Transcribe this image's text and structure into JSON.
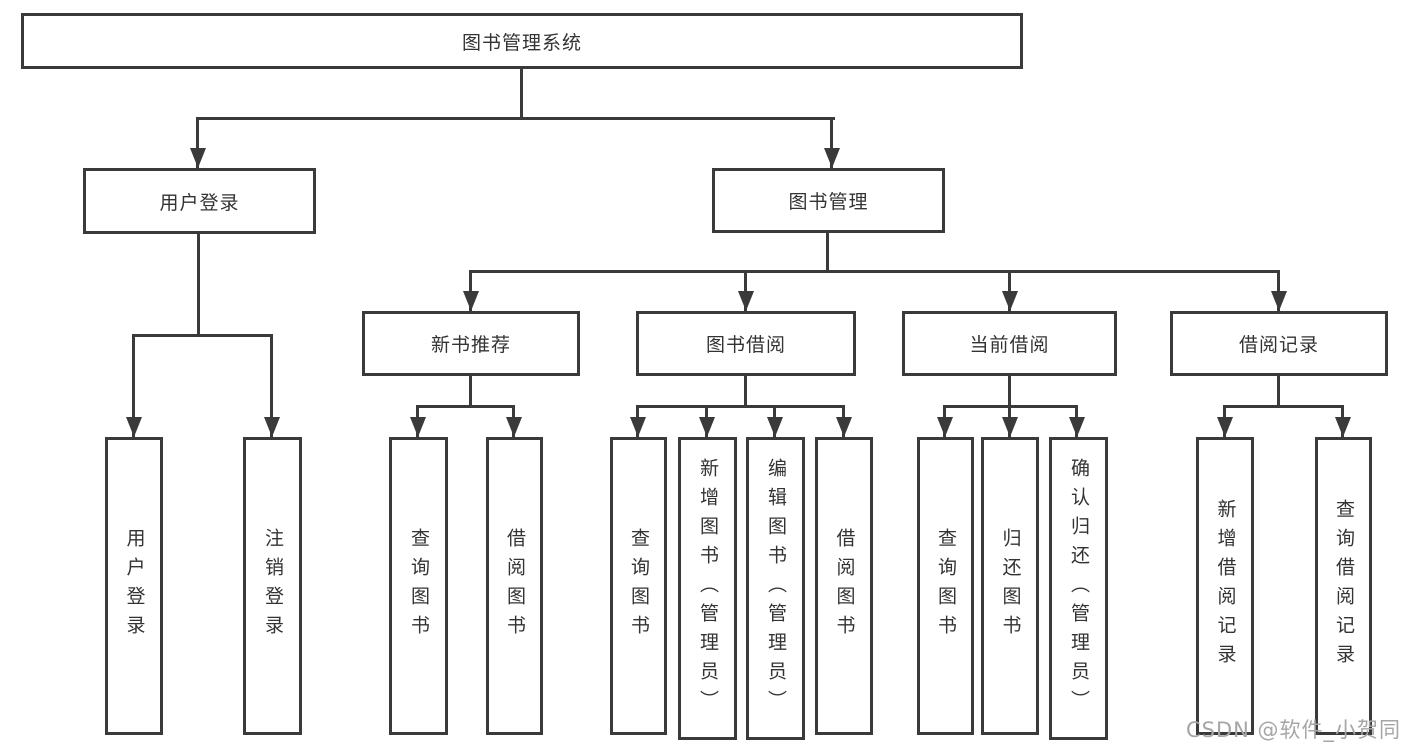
{
  "colors": {
    "background": "#ffffff",
    "line": "#3a3a3a",
    "text": "#333333",
    "watermark": "#a6a6a6"
  },
  "watermark": "CSDN @软件_小贺同学",
  "tree": {
    "root": {
      "label": "图书管理系统"
    },
    "branches": [
      {
        "label": "用户登录",
        "children": [
          {
            "label": "用户登录"
          },
          {
            "label": "注销登录"
          }
        ]
      },
      {
        "label": "图书管理",
        "children": [
          {
            "label": "新书推荐",
            "children": [
              {
                "label": "查询图书"
              },
              {
                "label": "借阅图书"
              }
            ]
          },
          {
            "label": "图书借阅",
            "children": [
              {
                "label": "查询图书"
              },
              {
                "label": "新增图书（管理员）"
              },
              {
                "label": "编辑图书（管理员）"
              },
              {
                "label": "借阅图书"
              }
            ]
          },
          {
            "label": "当前借阅",
            "children": [
              {
                "label": "查询图书"
              },
              {
                "label": "归还图书"
              },
              {
                "label": "确认归还（管理员）"
              }
            ]
          },
          {
            "label": "借阅记录",
            "children": [
              {
                "label": "新增借阅记录"
              },
              {
                "label": "查询借阅记录"
              }
            ]
          }
        ]
      }
    ]
  }
}
